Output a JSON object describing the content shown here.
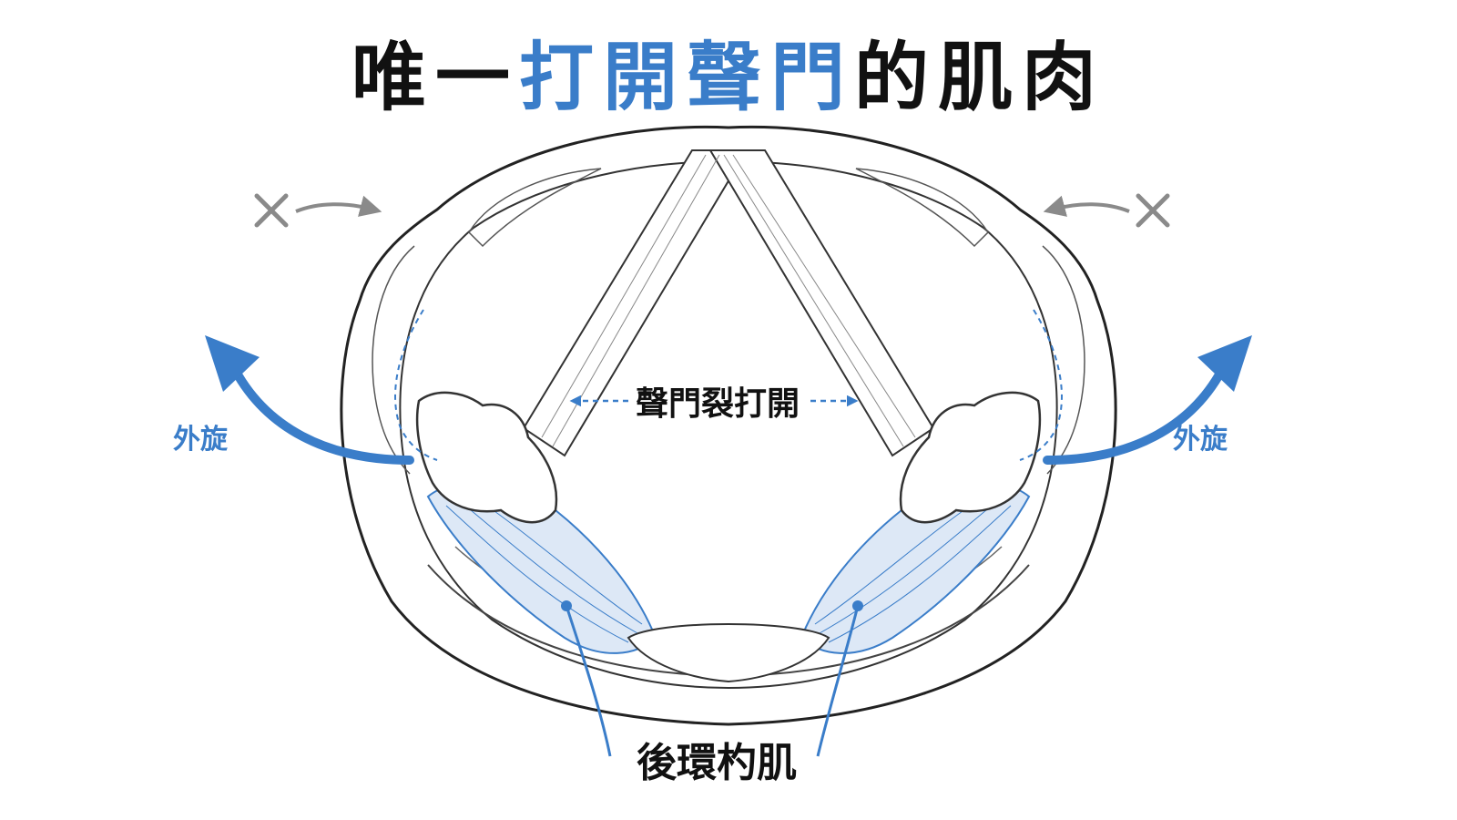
{
  "title": {
    "part1": "唯一",
    "part2": "打開聲門",
    "part3": "的肌肉"
  },
  "labels": {
    "glottis_open": "聲門裂打開",
    "rotate_left": "外旋",
    "rotate_right": "外旋",
    "muscle": "後環杓肌"
  },
  "colors": {
    "accent": "#3a7dc9",
    "text": "#111111",
    "gray": "#8a8a8a",
    "muscle_fill": "#dde8f6"
  }
}
